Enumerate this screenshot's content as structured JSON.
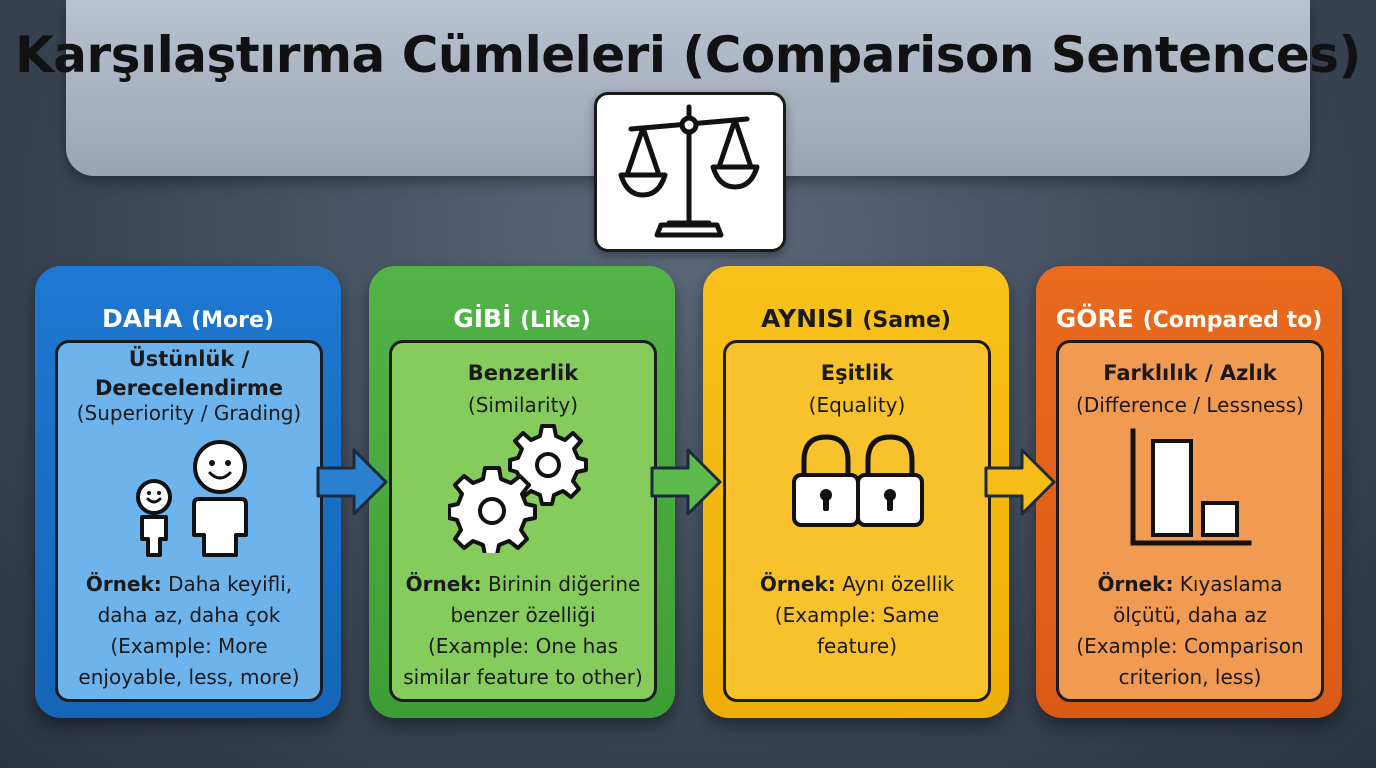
{
  "title": "Karşılaştırma Cümleleri (Comparison Sentences)",
  "icons": {
    "header": "balance-scale-icon"
  },
  "cards": [
    {
      "head": "DAHA",
      "head_sub": "(More)",
      "title_lines": [
        "Üstünlük /",
        "Derecelendirme"
      ],
      "subtitle": "(Superiority / Grading)",
      "icon": "child-and-adult-icon",
      "example_label": "Örnek:",
      "example_lines": [
        "Daha keyifli,",
        "daha az, daha çok",
        "(Example: More",
        "enjoyable, less, more)"
      ],
      "color": "#1e78d1",
      "inner_color": "#6db3ec"
    },
    {
      "head": "GİBİ",
      "head_sub": "(Like)",
      "title_lines": [
        "Benzerlik"
      ],
      "subtitle": "(Similarity)",
      "icon": "gears-icon",
      "example_label": "Örnek:",
      "example_lines": [
        "Birinin diğerine",
        "benzer özelliği",
        "(Example: One has",
        "similar feature to other)"
      ],
      "color": "#4caf44",
      "inner_color": "#86cc5c"
    },
    {
      "head": "AYNISI",
      "head_sub": "(Same)",
      "title_lines": [
        "Eşitlik"
      ],
      "subtitle": "(Equality)",
      "icon": "two-padlocks-icon",
      "example_label": "Örnek:",
      "example_lines": [
        "Aynı özellik",
        "(Example: Same",
        "feature)"
      ],
      "color": "#f4b810",
      "inner_color": "#f8c22d"
    },
    {
      "head": "GÖRE",
      "head_sub": "(Compared to)",
      "title_lines": [
        "Farklılık / Azlık"
      ],
      "subtitle": "(Difference / Lessness)",
      "icon": "bar-chart-icon",
      "example_label": "Örnek:",
      "example_lines": [
        "Kıyaslama",
        "ölçütü, daha az",
        "(Example: Comparison",
        "criterion, less)"
      ],
      "color": "#e4641a",
      "inner_color": "#f19a52"
    }
  ]
}
